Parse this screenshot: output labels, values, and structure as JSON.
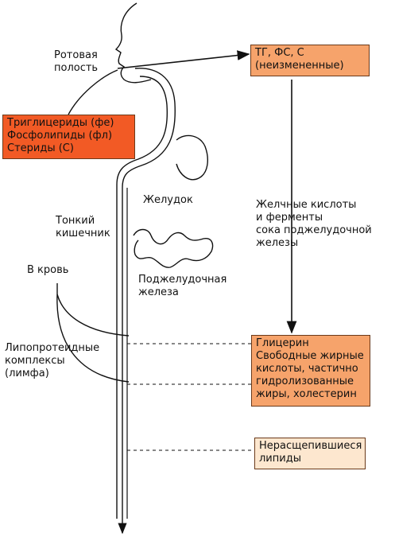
{
  "labels": {
    "mouth": [
      "Ротовая",
      "полость"
    ],
    "stomach": "Желудок",
    "small_intestine": [
      "Тонкий",
      "кишечник"
    ],
    "pancreas": [
      "Поджелудочная",
      "железа"
    ],
    "blood": "В кровь",
    "lipoproteins": [
      "Липопротеидные",
      "комплексы",
      "(лимфа)"
    ],
    "bile_enzymes": [
      "Желчные кислоты",
      "и ферменты",
      "сока поджелудочной",
      "железы"
    ]
  },
  "boxes": {
    "input_lipids": [
      "Триглицериды (фе)",
      "Фосфолипиды (фл)",
      "Стериды (С)"
    ],
    "unchanged": [
      "ТГ, ФС, С",
      "(неизмененные)"
    ],
    "products": [
      "Глицерин",
      "Свободные жирные",
      "кислоты, частично",
      "гидролизованные",
      "жиры, холестерин"
    ],
    "undigested": [
      "Нерасщепившиеся",
      "липиды"
    ]
  },
  "colors": {
    "input_box": "#f25a25",
    "unchanged_box": "#f6a36b",
    "products_box": "#f6a36b",
    "undigested_box": "#fde7cf",
    "line": "#111111"
  }
}
